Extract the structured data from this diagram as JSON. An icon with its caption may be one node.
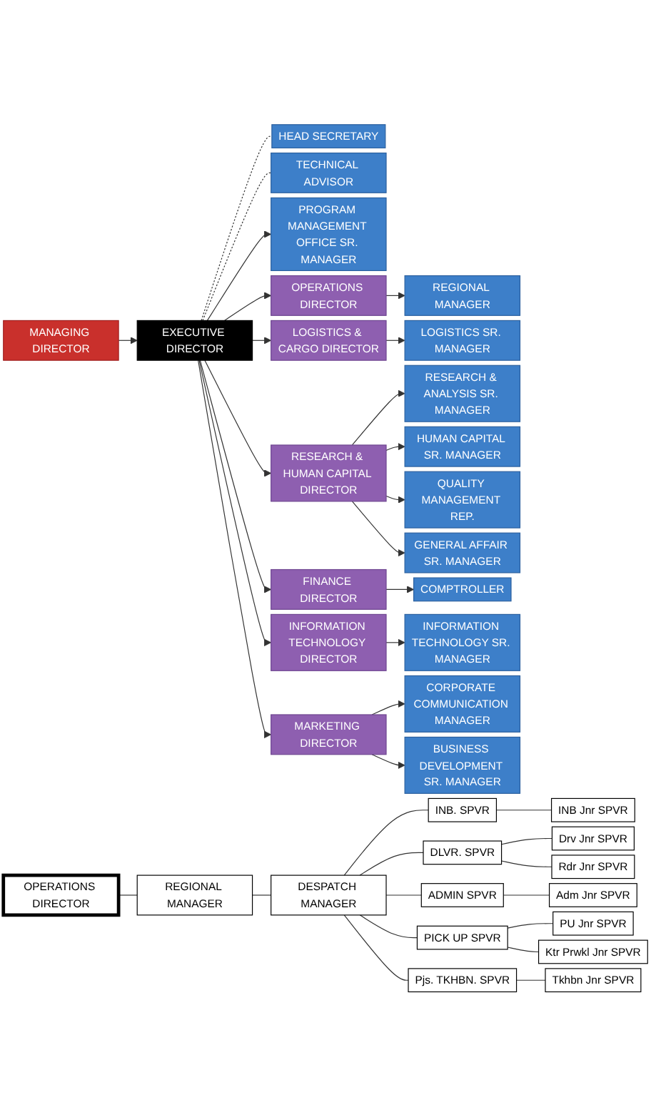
{
  "diagram": {
    "nodes": [
      {
        "text": [
          "MANAGING DIRECTOR"
        ]
      },
      {
        "text": [
          "EXECUTIVE DIRECTOR"
        ]
      },
      {
        "text": [
          "HEAD SECRETARY"
        ]
      },
      {
        "text": [
          "TECHNICAL ADVISOR"
        ]
      },
      {
        "text": [
          "OPERATIONS DIRECTOR"
        ]
      },
      {
        "text": [
          "LOGISTICS & CARGO DIRECTOR"
        ]
      },
      {
        "text": [
          "RESEARCH & HUMAN CAPITAL DIRECTOR"
        ]
      },
      {
        "text": [
          "FINANCE DIRECTOR"
        ]
      },
      {
        "text": [
          "INFORMATION TECHNOLOGY DIRECTOR"
        ]
      },
      {
        "text": [
          "MARKETING DIRECTOR"
        ]
      },
      {
        "text": [
          "PROGRAM MANAGEMENT OFFICE SR. MANAGER"
        ]
      },
      {
        "text": [
          "REGIONAL MANAGER"
        ]
      },
      {
        "text": [
          "LOGISTICS SR. MANAGER"
        ]
      },
      {
        "text": [
          "RESEARCH & ANALYSIS SR. MANAGER"
        ]
      },
      {
        "text": [
          "COMPTROLLER"
        ]
      },
      {
        "text": [
          "INFORMATION TECHNOLOGY SR. MANAGER"
        ]
      },
      {
        "text": [
          "CORPORATE COMMUNICATION MANAGER"
        ]
      },
      {
        "text": [
          "HUMAN CAPITAL SR. MANAGER"
        ]
      },
      {
        "text": [
          "BUSINESS DEVELOPMENT SR. MANAGER"
        ]
      },
      {
        "text": [
          "QUALITY MANAGEMENT REP."
        ]
      },
      {
        "text": [
          "GENERAL AFFAIR SR. MANAGER"
        ]
      },
      {
        "text": [
          "OPERATIONS DIRECTOR"
        ]
      },
      {
        "text": [
          "REGIONAL MANAGER"
        ]
      },
      {
        "text": [
          "DESPATCH MANAGER"
        ]
      },
      {
        "text": [
          "INB. SPVR"
        ]
      },
      {
        "text": [
          "DLVR. SPVR"
        ]
      },
      {
        "text": [
          "ADMIN SPVR"
        ]
      },
      {
        "text": [
          "PICK UP SPVR"
        ]
      },
      {
        "text": [
          "Pjs. TKHBN. SPVR"
        ]
      },
      {
        "text": [
          "INB Jnr SPVR"
        ]
      },
      {
        "text": [
          "Drv Jnr SPVR"
        ]
      },
      {
        "text": [
          "Rdr Jnr SPVR"
        ]
      },
      {
        "text": [
          "Adm Jnr SPVR"
        ]
      },
      {
        "text": [
          "PU Jnr SPVR"
        ]
      },
      {
        "text": [
          "Ktr Prwkl Jnr SPVR"
        ]
      },
      {
        "text": [
          "Tkhbn Jnr SPVR"
        ]
      }
    ],
    "edges": [
      {
        "from": 0,
        "to": 1,
        "arrow": "to"
      },
      {
        "from": 1,
        "to": 2,
        "arrow": "none",
        "style": "dashed"
      },
      {
        "from": 1,
        "to": 3,
        "arrow": "none",
        "style": "dashed"
      },
      {
        "from": 1,
        "to": 10,
        "arrow": "to"
      },
      {
        "from": 1,
        "to": 4,
        "arrow": "to"
      },
      {
        "from": 1,
        "to": 5,
        "arrow": "to"
      },
      {
        "from": 1,
        "to": 6,
        "arrow": "to"
      },
      {
        "from": 1,
        "to": 7,
        "arrow": "to"
      },
      {
        "from": 1,
        "to": 8,
        "arrow": "to"
      },
      {
        "from": 1,
        "to": 9,
        "arrow": "to"
      },
      {
        "from": 4,
        "to": 11,
        "arrow": "to"
      },
      {
        "from": 5,
        "to": 12,
        "arrow": "to"
      },
      {
        "from": 6,
        "to": 13,
        "arrow": "to"
      },
      {
        "from": 6,
        "to": 17,
        "arrow": "to"
      },
      {
        "from": 6,
        "to": 19,
        "arrow": "to"
      },
      {
        "from": 6,
        "to": 20,
        "arrow": "to"
      },
      {
        "from": 7,
        "to": 14,
        "arrow": "to"
      },
      {
        "from": 8,
        "to": 15,
        "arrow": "to"
      },
      {
        "from": 9,
        "to": 16,
        "arrow": "to"
      },
      {
        "from": 9,
        "to": 18,
        "arrow": "to"
      },
      {
        "from": 21,
        "to": 22,
        "arrow": "none"
      },
      {
        "from": 22,
        "to": 23,
        "arrow": "none"
      },
      {
        "from": 23,
        "to": 24,
        "arrow": "none"
      },
      {
        "from": 23,
        "to": 25,
        "arrow": "none"
      },
      {
        "from": 23,
        "to": 26,
        "arrow": "none"
      },
      {
        "from": 23,
        "to": 27,
        "arrow": "none"
      },
      {
        "from": 23,
        "to": 28,
        "arrow": "none"
      },
      {
        "from": 24,
        "to": 29,
        "arrow": "none"
      },
      {
        "from": 25,
        "to": 30,
        "arrow": "none"
      },
      {
        "from": 25,
        "to": 31,
        "arrow": "none"
      },
      {
        "from": 26,
        "to": 32,
        "arrow": "none"
      },
      {
        "from": 27,
        "to": 33,
        "arrow": "none"
      },
      {
        "from": 27,
        "to": 34,
        "arrow": "none"
      },
      {
        "from": 28,
        "to": 35,
        "arrow": "none"
      }
    ]
  }
}
